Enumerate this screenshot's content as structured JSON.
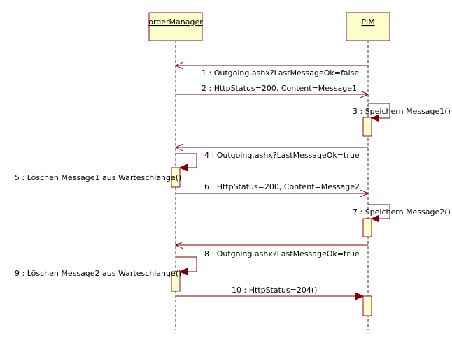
{
  "colors": {
    "box_fill": "#FFFFCC",
    "box_stroke": "#990033",
    "arrow": "#800000",
    "text": "#000000"
  },
  "lifelines": [
    {
      "id": "om",
      "label": "orderManager"
    },
    {
      "id": "pim",
      "label": "PIM"
    }
  ],
  "messages": [
    {
      "from": "pim",
      "to": "om",
      "label": "1 : Outgoing.ashx?LastMessageOk=false",
      "kind": "async"
    },
    {
      "from": "om",
      "to": "pim",
      "label": "2 : HttpStatus=200, Content=Message1",
      "kind": "async"
    },
    {
      "from": "pim",
      "to": "pim",
      "label": "3 : Speichern Message1()",
      "kind": "self"
    },
    {
      "from": "pim",
      "to": "om",
      "label": "4 : Outgoing.ashx?LastMessageOk=true",
      "kind": "async"
    },
    {
      "from": "om",
      "to": "om",
      "label": "5 : Löschen Message1 aus Warteschlange()",
      "kind": "self"
    },
    {
      "from": "om",
      "to": "pim",
      "label": "6 : HttpStatus=200, Content=Message2",
      "kind": "async"
    },
    {
      "from": "pim",
      "to": "pim",
      "label": "7 : Speichern Message2()",
      "kind": "self"
    },
    {
      "from": "pim",
      "to": "om",
      "label": "8 : Outgoing.ashx?LastMessageOk=true",
      "kind": "async"
    },
    {
      "from": "om",
      "to": "om",
      "label": "9 : Löschen Message2 aus Warteschlange()",
      "kind": "self"
    },
    {
      "from": "om",
      "to": "pim",
      "label": "10 : HttpStatus=204()",
      "kind": "sync"
    }
  ]
}
